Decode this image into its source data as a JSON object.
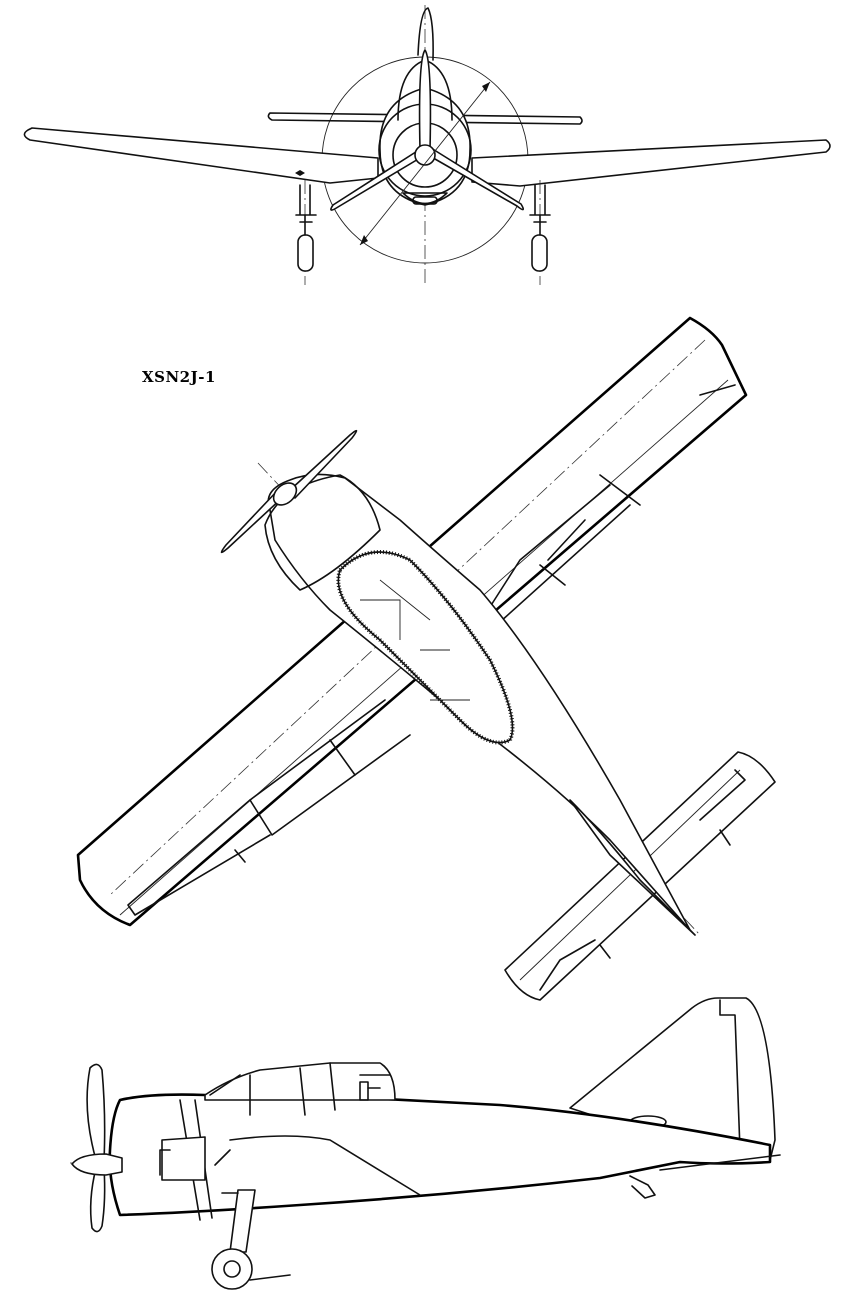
{
  "designation": "XSN2J-1",
  "views": {
    "front": {
      "icon": "aircraft-front-view"
    },
    "plan": {
      "icon": "aircraft-plan-view"
    },
    "side": {
      "icon": "aircraft-side-view"
    }
  },
  "colors": {
    "ink": "#111111",
    "paper": "#ffffff"
  }
}
